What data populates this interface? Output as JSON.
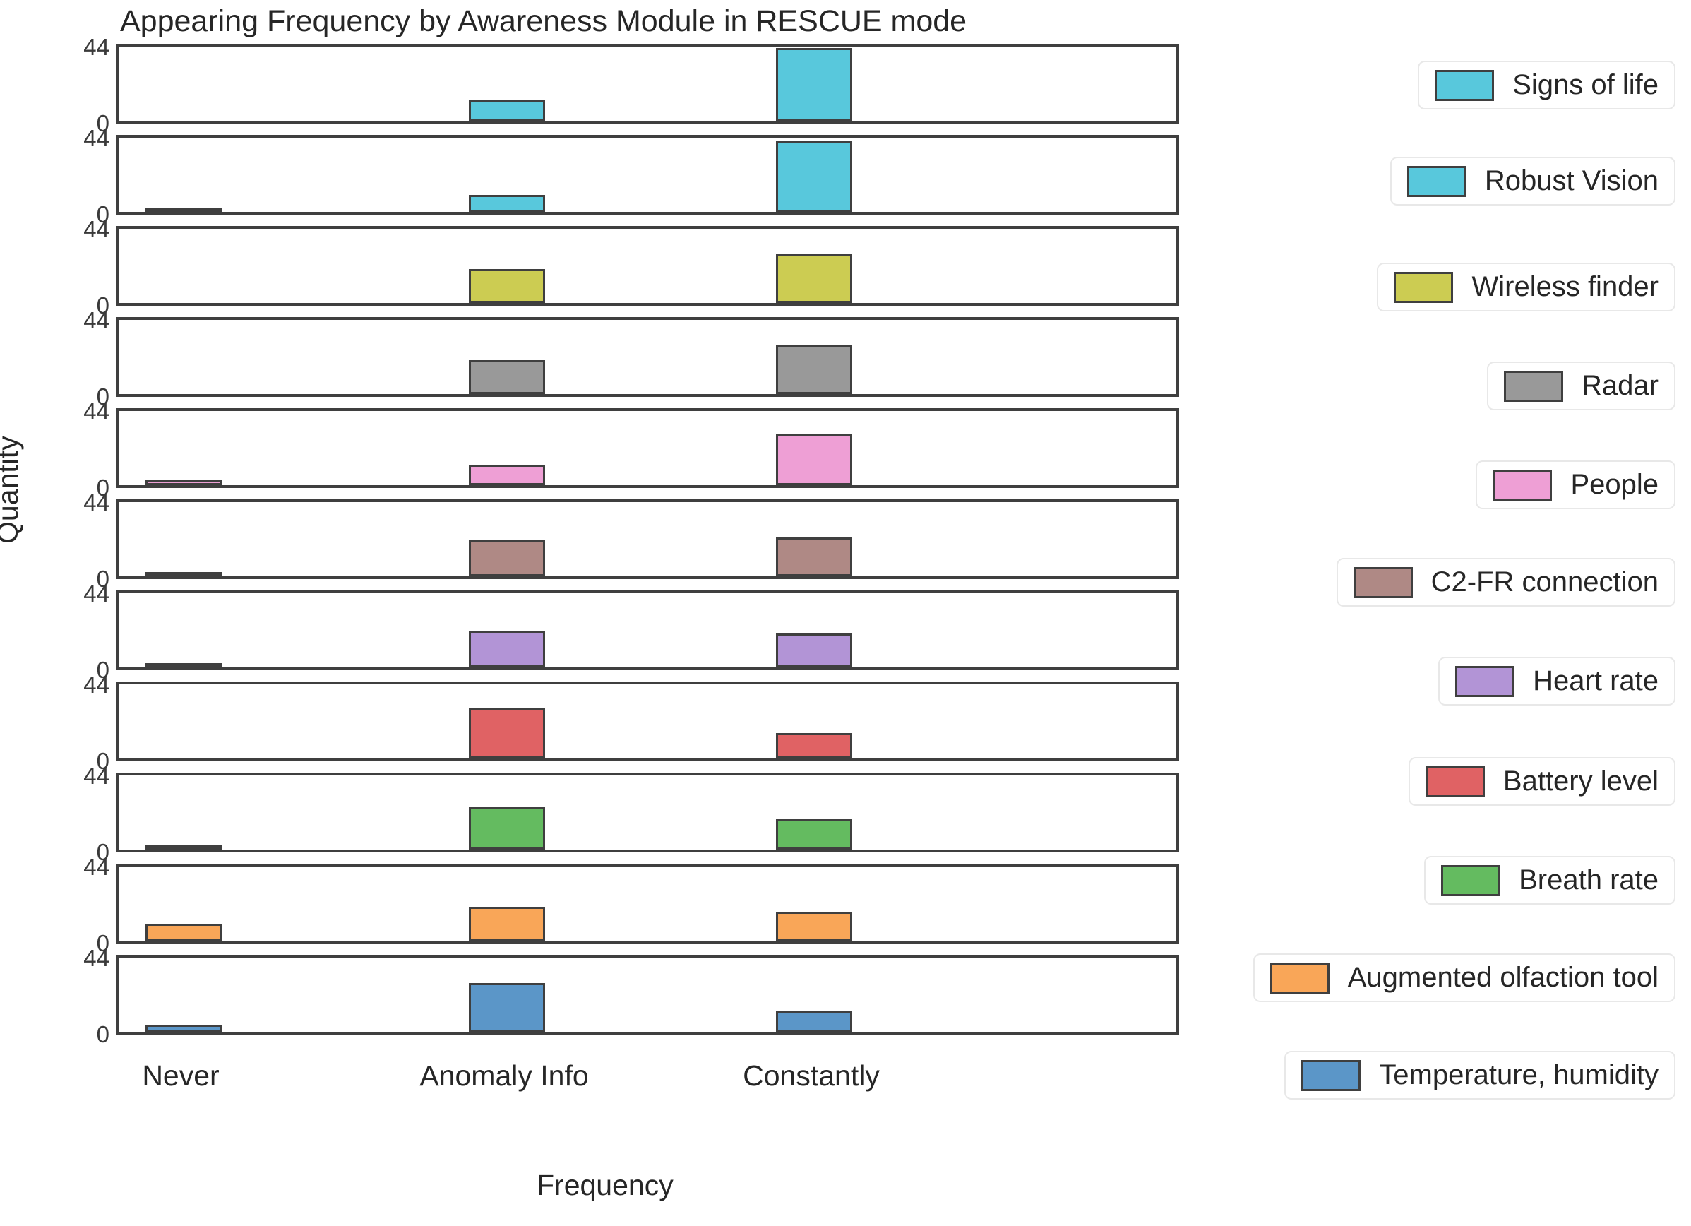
{
  "chart_data": {
    "type": "bar",
    "title": "Appearing Frequency by Awareness Module in RESCUE mode",
    "xlabel": "Frequency",
    "ylabel": "Quantity",
    "categories": [
      "Never",
      "Anomaly Info",
      "Constantly"
    ],
    "ylim": [
      0,
      44
    ],
    "yticks": [
      0,
      44
    ],
    "grid": false,
    "legend_position": "right",
    "layout": "faceted-rows",
    "series": [
      {
        "name": "Signs of life",
        "color": "#58C8DC",
        "values": [
          0,
          12,
          43
        ]
      },
      {
        "name": "Robust Vision",
        "color": "#58C8DC",
        "values": [
          1,
          10,
          42
        ]
      },
      {
        "name": "Wireless finder",
        "color": "#CCCC52",
        "values": [
          0,
          20,
          29
        ]
      },
      {
        "name": "Radar",
        "color": "#999999",
        "values": [
          0,
          20,
          29
        ]
      },
      {
        "name": "People",
        "color": "#EE9FD5",
        "values": [
          3,
          12,
          30
        ]
      },
      {
        "name": "C2-FR connection",
        "color": "#AF8985",
        "values": [
          1,
          22,
          23
        ]
      },
      {
        "name": "Heart rate",
        "color": "#B294D6",
        "values": [
          2,
          22,
          20
        ]
      },
      {
        "name": "Battery level",
        "color": "#E06264",
        "values": [
          0,
          30,
          15
        ]
      },
      {
        "name": "Breath rate",
        "color": "#64BB60",
        "values": [
          2,
          25,
          18
        ]
      },
      {
        "name": "Augmented olfaction tool",
        "color": "#F9A658",
        "values": [
          10,
          20,
          17
        ]
      },
      {
        "name": "Temperature, humidity",
        "color": "#5B96C8",
        "values": [
          4,
          29,
          12
        ]
      }
    ]
  }
}
